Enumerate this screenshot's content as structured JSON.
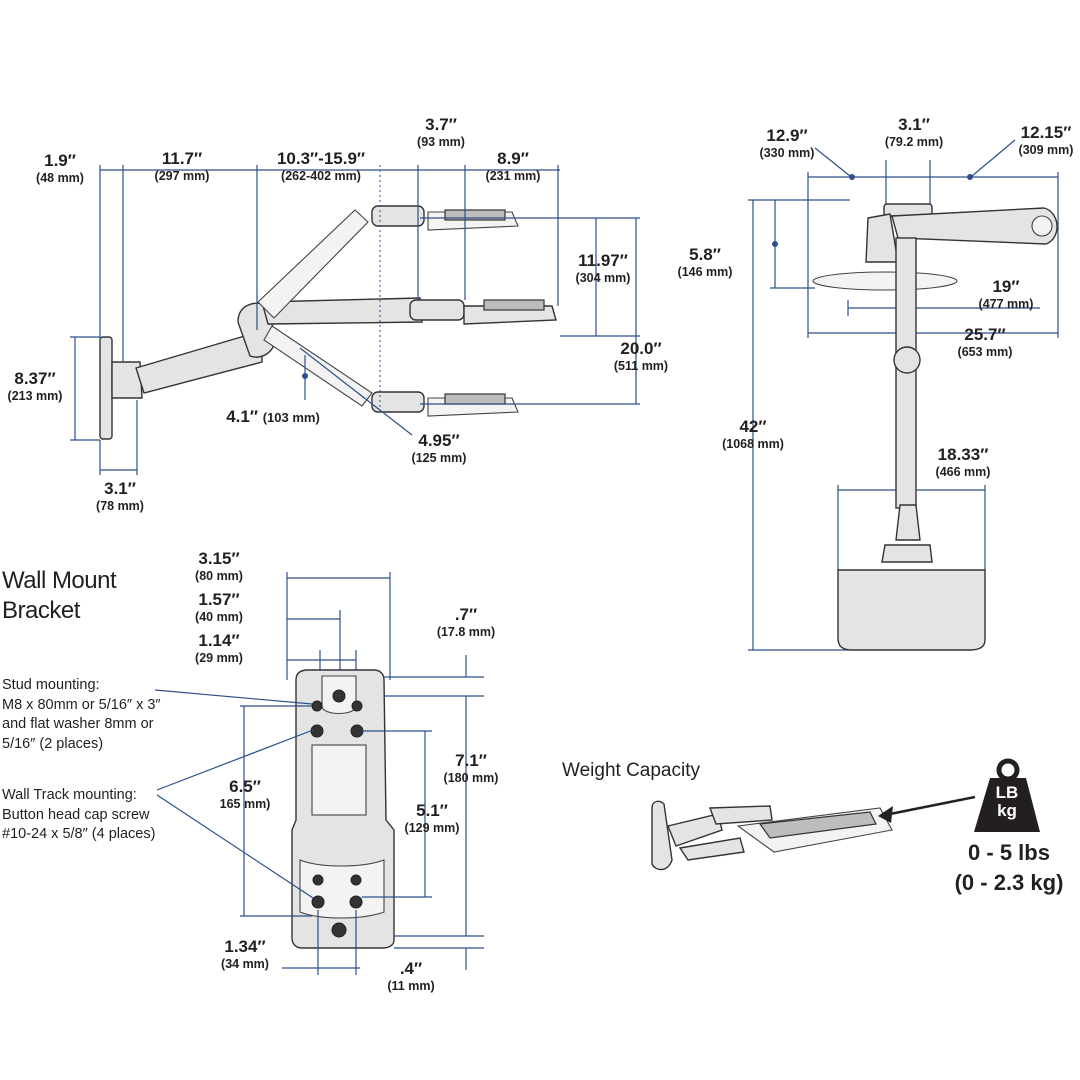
{
  "side_view": {
    "dims": [
      {
        "id": "d1",
        "value": "1.9″",
        "metric": "(48 mm)"
      },
      {
        "id": "d2",
        "value": "11.7″",
        "metric": "(297 mm)"
      },
      {
        "id": "d3",
        "value": "10.3″-15.9″",
        "metric": "(262-402 mm)"
      },
      {
        "id": "d4",
        "value": "3.7″",
        "metric": "(93 mm)"
      },
      {
        "id": "d5",
        "value": "8.9″",
        "metric": "(231 mm)"
      },
      {
        "id": "d6",
        "value": "11.97″",
        "metric": "(304 mm)"
      },
      {
        "id": "d7",
        "value": "20.0″",
        "metric": "(511 mm)"
      },
      {
        "id": "d8",
        "value": "8.37″",
        "metric": "(213 mm)"
      },
      {
        "id": "d9",
        "value": "4.1″",
        "metric": "(103 mm)"
      },
      {
        "id": "d10",
        "value": "4.95″",
        "metric": "(125 mm)"
      },
      {
        "id": "d11",
        "value": "3.1″",
        "metric": "(78 mm)"
      }
    ]
  },
  "top_view": {
    "dims": [
      {
        "id": "t1",
        "value": "12.9″",
        "metric": "(330 mm)"
      },
      {
        "id": "t2",
        "value": "3.1″",
        "metric": "(79.2 mm)"
      },
      {
        "id": "t3",
        "value": "12.15″",
        "metric": "(309 mm)"
      },
      {
        "id": "t4",
        "value": "5.8″",
        "metric": "(146 mm)"
      },
      {
        "id": "t5",
        "value": "19″",
        "metric": "(477 mm)"
      },
      {
        "id": "t6",
        "value": "25.7″",
        "metric": "(653 mm)"
      },
      {
        "id": "t7",
        "value": "42″",
        "metric": "(1068 mm)"
      },
      {
        "id": "t8",
        "value": "18.33″",
        "metric": "(466 mm)"
      }
    ]
  },
  "bracket": {
    "title": "Wall Mount\nBracket",
    "stud_note": "Stud mounting:\nM8 x 80mm or 5/16″ x 3″\nand flat washer 8mm or\n5/16″ (2 places)",
    "track_note": "Wall Track mounting:\nButton head cap screw\n#10-24 x 5/8″ (4 places)",
    "dims": [
      {
        "id": "b1",
        "value": "3.15″",
        "metric": "(80 mm)"
      },
      {
        "id": "b2",
        "value": "1.57″",
        "metric": "(40 mm)"
      },
      {
        "id": "b3",
        "value": "1.14″",
        "metric": "(29 mm)"
      },
      {
        "id": "b4",
        "value": ".7″",
        "metric": "(17.8 mm)"
      },
      {
        "id": "b5",
        "value": "7.1″",
        "metric": "(180 mm)"
      },
      {
        "id": "b6",
        "value": "6.5″",
        "metric": "165 mm)"
      },
      {
        "id": "b7",
        "value": "5.1″",
        "metric": "(129 mm)"
      },
      {
        "id": "b8",
        "value": "1.34″",
        "metric": "(34 mm)"
      },
      {
        "id": "b9",
        "value": ".4″",
        "metric": "(11 mm)"
      }
    ]
  },
  "weight": {
    "title": "Weight Capacity",
    "icon_top": "LB",
    "icon_bottom": "kg",
    "range_lbs": "0 - 5 lbs",
    "range_kg": "(0 - 2.3 kg)"
  }
}
